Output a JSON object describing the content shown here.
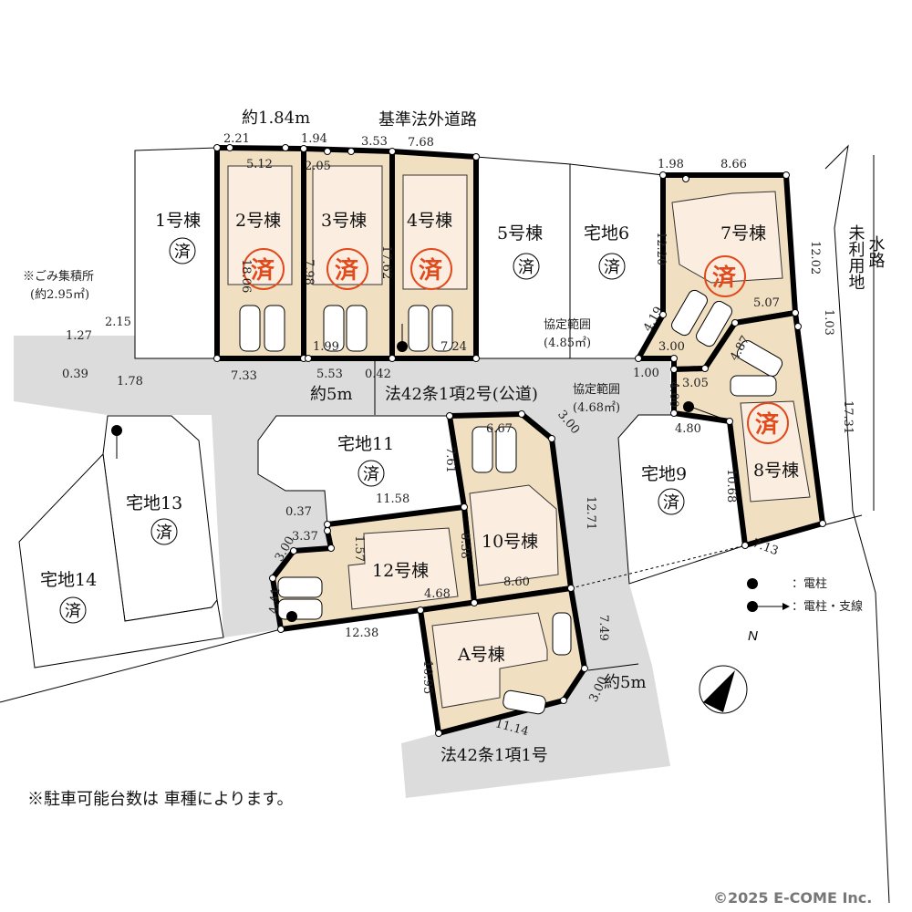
{
  "lots": {
    "l1": "1号棟",
    "l2": "2号棟",
    "l3": "3号棟",
    "l4": "4号棟",
    "l5": "5号棟",
    "l6": "宅地6",
    "l7": "7号棟",
    "l8": "8号棟",
    "l9": "宅地9",
    "l10": "10号棟",
    "l11": "宅地11",
    "l12": "12号棟",
    "l13": "宅地13",
    "l14": "宅地14",
    "lA": "A号棟"
  },
  "sold_mark": "済",
  "labels": {
    "approx_184": "約1.84m",
    "non_standard_road": "基準法外道路",
    "approx_5m_top": "約5m",
    "public_road": "法42条1項2号(公道)",
    "agreement_1_title": "協定範囲",
    "agreement_1_area": "(4.85㎡)",
    "agreement_2_title": "協定範囲",
    "agreement_2_area": "(4.68㎡)",
    "garbage_title": "※ごみ集積所",
    "garbage_area": "(約2.95㎡)",
    "waterway": "水路",
    "unused_land": "未利用地",
    "approx_5m_bottom": "約5m",
    "road_article": "法42条1項1号",
    "parking_note": "※駐車可能台数は 車種によります。",
    "copyright": "©2025  E-COME Inc."
  },
  "legend": {
    "pole": "：電柱",
    "pole_guy": "：電柱・支線",
    "north": "N"
  },
  "dims": [
    "2.21",
    "1.94",
    "3.53",
    "7.68",
    "5.12",
    "2.05",
    "18.06",
    "7.98",
    "17.62",
    "1.99",
    "7.24",
    "7.33",
    "5.53",
    "0.42",
    "2.15",
    "1.27",
    "0.39",
    "1.78",
    "1.98",
    "8.66",
    "12.20",
    "12.02",
    "5.07",
    "4.19",
    "3.00",
    "1.03",
    "1.00",
    "4.87",
    "3.05",
    "4.00",
    "4.80",
    "17.31",
    "10.68",
    "7.13",
    "6.67",
    "3.00",
    "7.61",
    "12.71",
    "11.58",
    "0.37",
    "3.37",
    "3.00",
    "1.57",
    "8.38",
    "8.60",
    "4.68",
    "4.41",
    "12.38",
    "7.49",
    "10.95",
    "3.00",
    "11.14"
  ],
  "colors": {
    "road": "#dcdcdc",
    "lot": "#f1dfc1",
    "stamp": "#e04a1c"
  }
}
